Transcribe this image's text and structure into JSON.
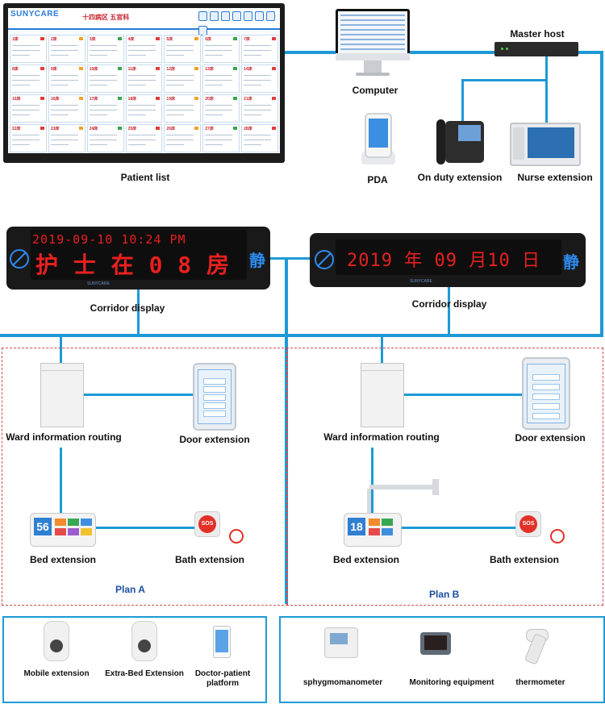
{
  "patient_list": {
    "label": "Patient list",
    "brand": "SUNYCARE",
    "ward_title": "十四病区  五官科",
    "beds": [
      "1床",
      "2床",
      "3床",
      "4床",
      "5床",
      "6床",
      "7床",
      "8床",
      "9床",
      "10床",
      "11床",
      "12床",
      "13床",
      "14床",
      "15床",
      "16床",
      "17床",
      "18床",
      "19床",
      "20床",
      "21床",
      "22床",
      "23床",
      "24床",
      "25床",
      "26床",
      "27床",
      "28床"
    ]
  },
  "computer": {
    "label": "Computer"
  },
  "master_host": {
    "label": "Master host"
  },
  "pda": {
    "label": "PDA"
  },
  "on_duty": {
    "label": "On duty extension"
  },
  "nurse_ext": {
    "label": "Nurse extension"
  },
  "corridor_left": {
    "label": "Corridor display",
    "line1": "2019-09-10   10:24 PM",
    "line2": "护 士 在 0 8 房",
    "quiet_char": "静",
    "brand": "SUNYCARE"
  },
  "corridor_right": {
    "label": "Corridor display",
    "line1": "2019 年 09 月10 日",
    "quiet_char": "静",
    "brand": "SUNYCARE"
  },
  "plan_a": {
    "name": "Plan A",
    "router": "Ward information routing",
    "door": "Door extension",
    "bed": "Bed extension",
    "bed_number": "56",
    "bath": "Bath extension"
  },
  "plan_b": {
    "name": "Plan B",
    "router": "Ward information routing",
    "door": "Door extension",
    "bed": "Bed extension",
    "bed_number": "18",
    "bath": "Bath extension"
  },
  "bottom_left": {
    "items": [
      "Mobile extension",
      "Extra-Bed Extension",
      "Doctor-patient\nplatform"
    ]
  },
  "bottom_right": {
    "items": [
      "sphygmomanometer",
      "Monitoring equipment",
      "thermometer"
    ]
  },
  "colors": {
    "wire": "#1d9ad6",
    "plan_frame": "#d24b4b",
    "led": "#e82020",
    "plan_label": "#1a4ea0"
  }
}
